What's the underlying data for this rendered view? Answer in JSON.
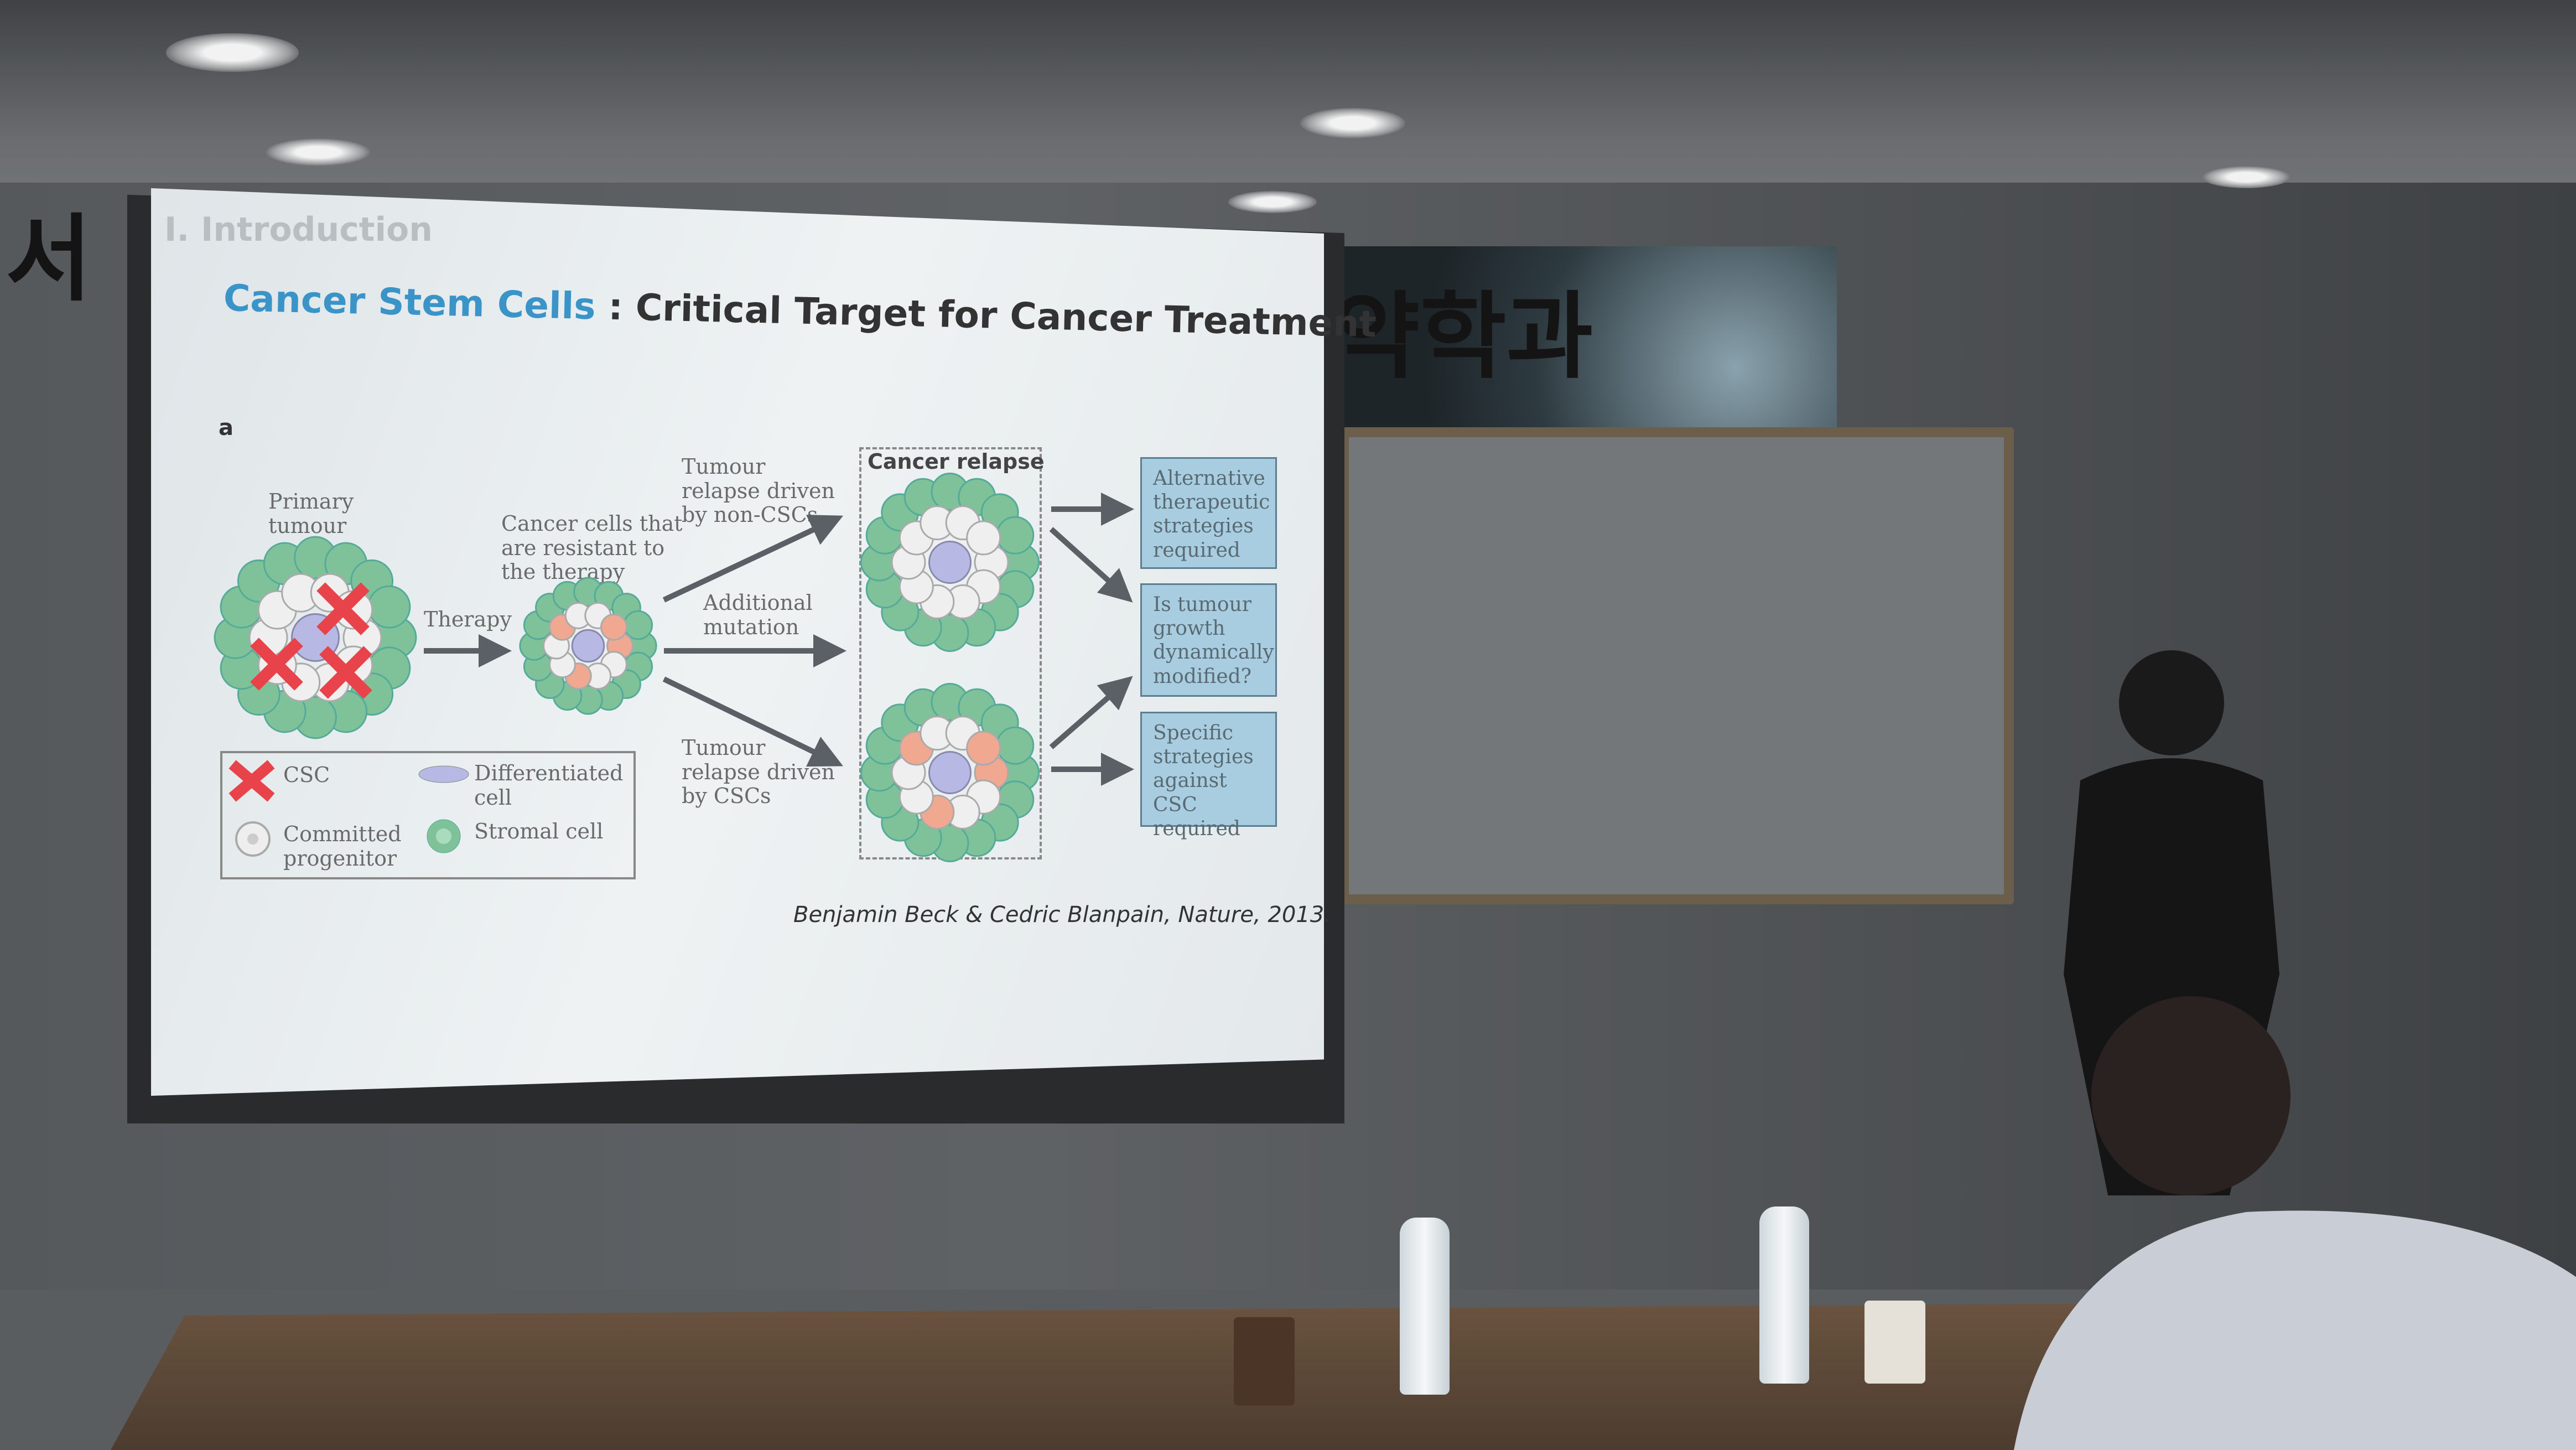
{
  "room_sign": {
    "left_fragment": "서",
    "right_fragment": "약학과"
  },
  "slide": {
    "section": "I. Introduction",
    "title_highlight": "Cancer Stem Cells",
    "title_rest": " : Critical Target for Cancer Treatment",
    "panel_label": "a",
    "primary_tumour": "Primary tumour",
    "therapy": "Therapy",
    "resistant_cells": "Cancer cells that are resistant to the therapy",
    "relapse_non_csc": "Tumour relapse driven by non-CSCs",
    "additional_mutation": "Additional mutation",
    "relapse_csc": "Tumour relapse driven by CSCs",
    "cancer_relapse": "Cancer relapse",
    "boxes": [
      "Alternative therapeutic strategies required",
      "Is tumour growth dynamically modified?",
      "Specific strategies against CSC required"
    ],
    "legend": {
      "csc": "CSC",
      "differentiated": "Differentiated cell",
      "committed": "Committed progenitor",
      "stromal": "Stromal cell"
    },
    "citation": "Benjamin Beck & Cedric Blanpain, Nature, 2013."
  },
  "colors": {
    "title_blue": "#3a94c8",
    "box_blue": "#a9cde0",
    "csc_red": "#e8424a",
    "stromal_green": "#7fc29a"
  }
}
